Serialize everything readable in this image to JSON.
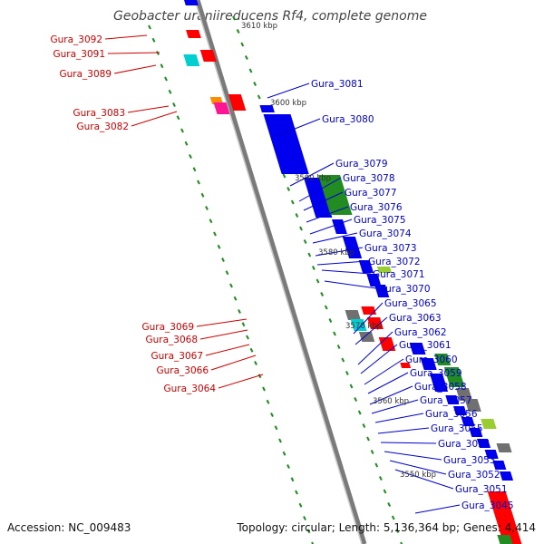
{
  "title": "Geobacter uraniireducens Rf4, complete genome",
  "footer": {
    "accession": "Accession: NC_009483",
    "topology": "Topology: circular; Length: 5,136,364 bp; Genes: 4,414"
  },
  "colors": {
    "reverse_label": "#cc0000",
    "forward_label": "#0000cc",
    "backbone": "#808080",
    "tick_dot": "#228b22",
    "gene_blue": "#0000ee",
    "gene_red": "#ff0000",
    "gene_green": "#228b22",
    "gene_cyan": "#00ced1",
    "gene_gray": "#707070",
    "gene_lime": "#9acd32",
    "gene_orange": "#ff8c00",
    "gene_magenta": "#ff1493"
  },
  "tick_labels": [
    "3610 kbp",
    "3600 kbp",
    "3590 kbp",
    "3580 kbp",
    "3570 kbp",
    "3560 kbp",
    "3550 kbp"
  ],
  "left_labels": [
    "Gura_3092",
    "Gura_3091",
    "Gura_3089",
    "Gura_3083",
    "Gura_3082",
    "Gura_3069",
    "Gura_3068",
    "Gura_3067",
    "Gura_3066",
    "Gura_3064"
  ],
  "right_labels": [
    "Gura_3081",
    "Gura_3080",
    "Gura_3079",
    "Gura_3078",
    "Gura_3077",
    "Gura_3076",
    "Gura_3075",
    "Gura_3074",
    "Gura_3073",
    "Gura_3072",
    "Gura_3071",
    "Gura_3070",
    "Gura_3065",
    "Gura_3063",
    "Gura_3062",
    "Gura_3061",
    "Gura_3060",
    "Gura_3059",
    "Gura_3058",
    "Gura_3057",
    "Gura_3056",
    "Gura_3055",
    "Gura_3054",
    "Gura_3053",
    "Gura_3052",
    "Gura_3051",
    "Gura_3045"
  ]
}
